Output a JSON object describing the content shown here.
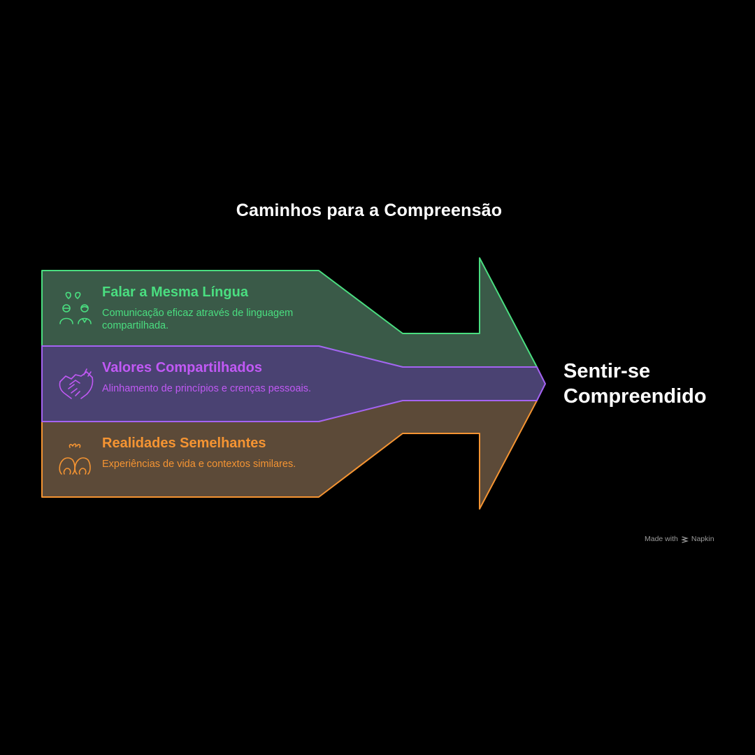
{
  "title": "Caminhos para a Compreensão",
  "colors": {
    "background": "#000000",
    "green_stroke": "#4ade80",
    "green_fill": "#3a5a48",
    "purple_stroke": "#a463f2",
    "purple_fill": "#4a4272",
    "orange_stroke": "#f59432",
    "orange_fill": "#5c4a38"
  },
  "bands": [
    {
      "title": "Falar a Mesma Língua",
      "description": "Comunicação eficaz através de linguagem compartilhada.",
      "icon": "conversation-people-icon"
    },
    {
      "title": "Valores Compartilhados",
      "description": "Alinhamento de princípios e crenças pessoais.",
      "icon": "handshake-icon"
    },
    {
      "title": "Realidades Semelhantes",
      "description": "Experiências de vida e contextos similares.",
      "icon": "two-people-icon"
    }
  ],
  "goal": {
    "line1": "Sentir-se",
    "line2": "Compreendido"
  },
  "credit": {
    "prefix": "Made with",
    "brand": "Napkin"
  }
}
